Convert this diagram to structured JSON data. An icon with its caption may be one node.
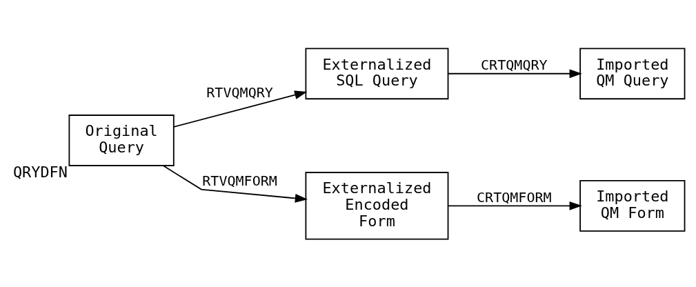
{
  "diagram": {
    "nodes": [
      {
        "text": [
          "Original Query"
        ],
        "beside": [
          "QRYDFN"
        ]
      },
      {
        "text": [
          "Externalized SQL Query"
        ]
      },
      {
        "text": [
          "Imported QM Query"
        ]
      },
      {
        "text": [
          "Externalized Encoded Form"
        ]
      },
      {
        "text": [
          "Imported QM Form"
        ]
      }
    ],
    "edges": [
      {
        "from": 0,
        "to": 1,
        "arrow": "to",
        "label": "RTVQMQRY"
      },
      {
        "from": 1,
        "to": 2,
        "arrow": "to",
        "label": "CRTQMQRY"
      },
      {
        "from": 0,
        "to": 3,
        "arrow": "to",
        "label": "RTVQMFORM"
      },
      {
        "from": 3,
        "to": 4,
        "arrow": "to",
        "label": "CRTQMFORM"
      }
    ]
  }
}
